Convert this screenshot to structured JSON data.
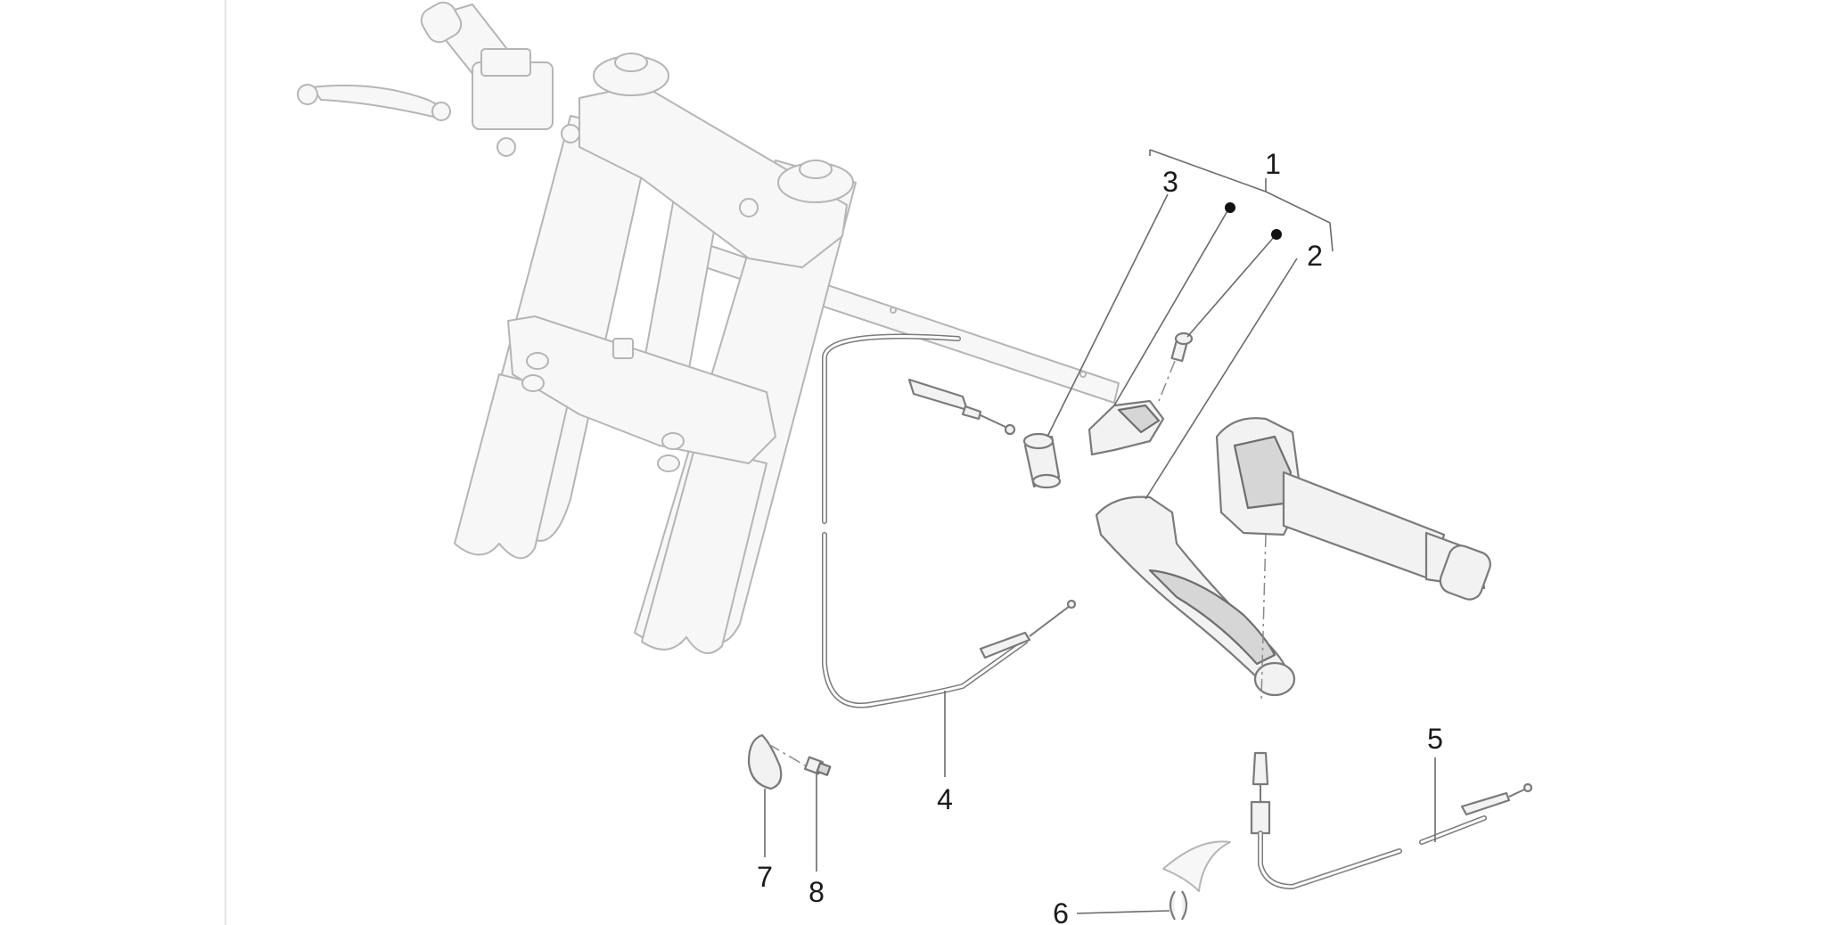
{
  "diagram": {
    "callouts": [
      {
        "id": "1",
        "label": "1"
      },
      {
        "id": "2",
        "label": "2"
      },
      {
        "id": "3",
        "label": "3"
      },
      {
        "id": "4",
        "label": "4"
      },
      {
        "id": "5",
        "label": "5"
      },
      {
        "id": "6",
        "label": "6"
      },
      {
        "id": "7",
        "label": "7"
      },
      {
        "id": "8",
        "label": "8"
      }
    ],
    "colors": {
      "line": "#7a7a7a",
      "faded_line": "#b5b5b5",
      "text": "#1a1a1a",
      "background": "#ffffff"
    }
  }
}
